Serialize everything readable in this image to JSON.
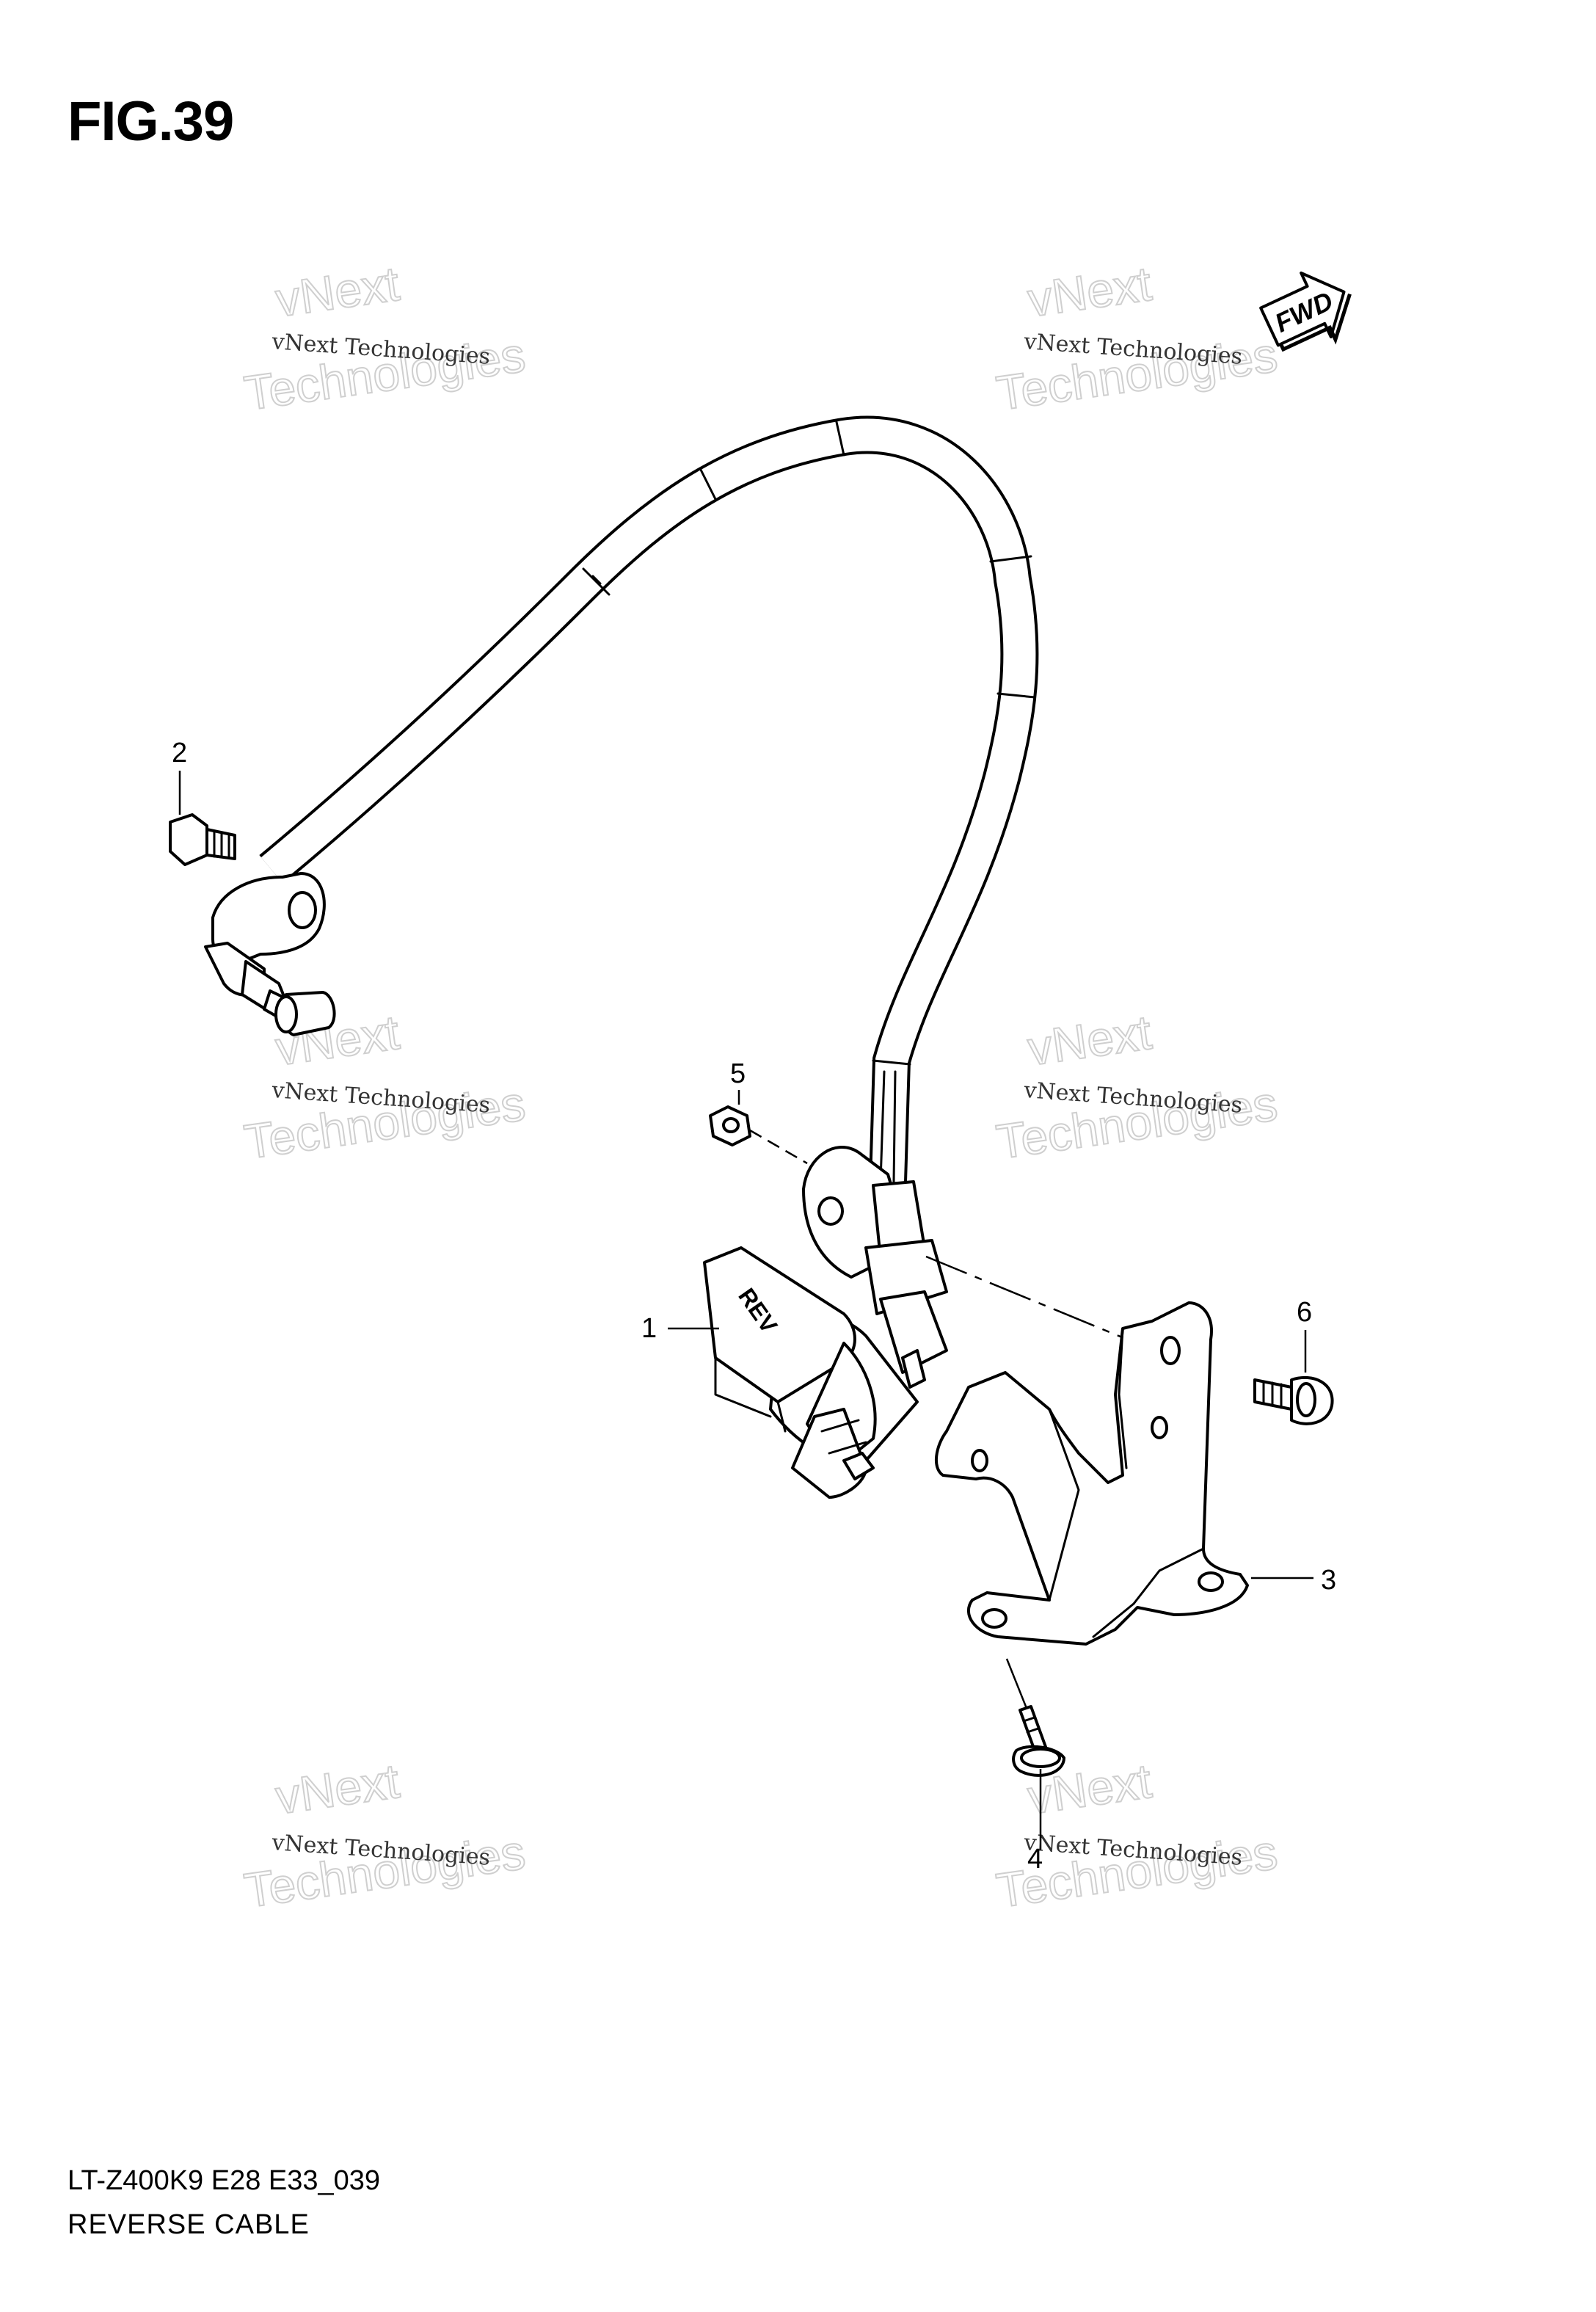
{
  "figure": {
    "title": "FIG.39"
  },
  "footer": {
    "model_code": "LT-Z400K9 E28 E33_039",
    "diagram_name": "REVERSE CABLE"
  },
  "direction_marker": {
    "label": "FWD"
  },
  "watermark": {
    "line1": "vNext Technologies",
    "line2": "vNext",
    "line3": "Technologies"
  },
  "callouts": [
    "1",
    "2",
    "3",
    "4",
    "5",
    "6"
  ],
  "reverse_knob": {
    "label": "REV"
  }
}
